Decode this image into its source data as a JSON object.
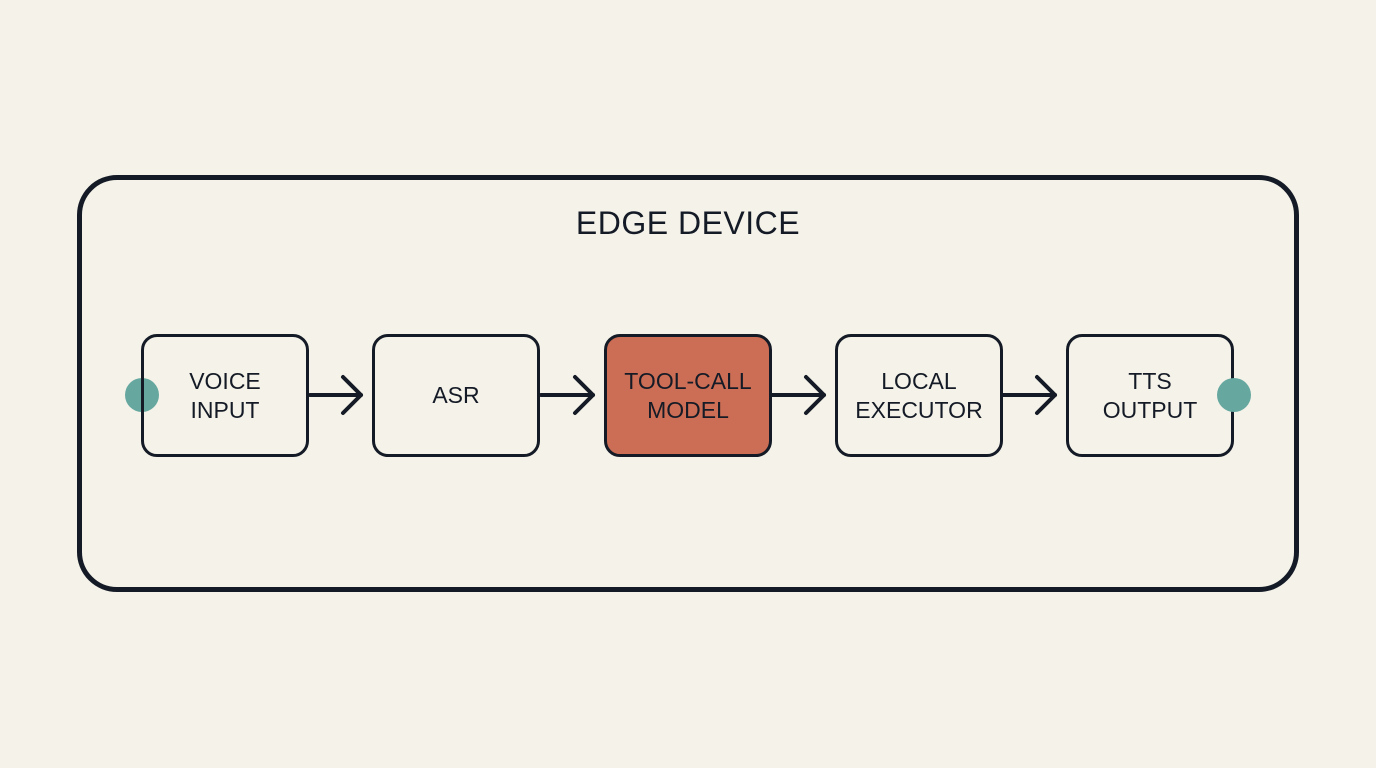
{
  "diagram": {
    "container_label": "EDGE DEVICE",
    "nodes": [
      {
        "id": "voice",
        "label": "VOICE\nINPUT",
        "highlight": false
      },
      {
        "id": "asr",
        "label": "ASR",
        "highlight": false
      },
      {
        "id": "toolcall",
        "label": "TOOL-CALL\nMODEL",
        "highlight": true
      },
      {
        "id": "executor",
        "label": "LOCAL\nEXECUTOR",
        "highlight": false
      },
      {
        "id": "tts",
        "label": "TTS\nOUTPUT",
        "highlight": false
      }
    ],
    "edges": [
      {
        "from": "voice",
        "to": "asr"
      },
      {
        "from": "asr",
        "to": "toolcall"
      },
      {
        "from": "toolcall",
        "to": "executor"
      },
      {
        "from": "executor",
        "to": "tts"
      }
    ],
    "colors": {
      "background": "#f4f2e9",
      "ink": "#151b26",
      "accent": "#cc6e55",
      "port": "#66a8a0"
    }
  }
}
